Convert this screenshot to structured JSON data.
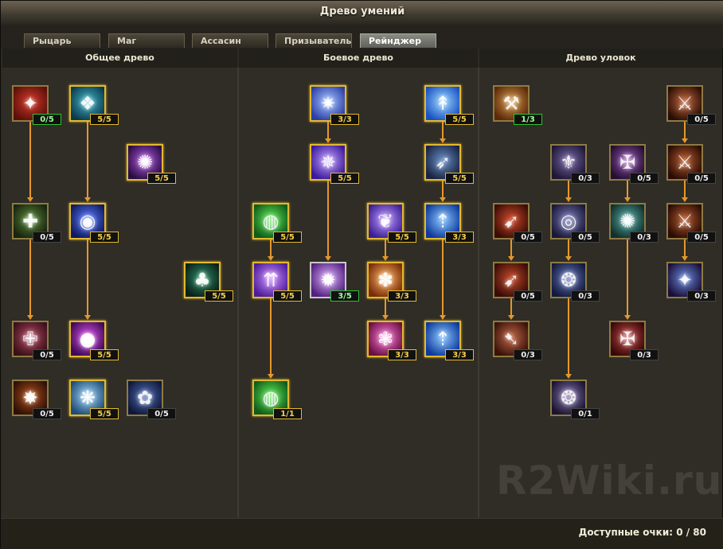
{
  "window": {
    "title": "Древо умений"
  },
  "tabs": [
    {
      "label": "Рыцарь",
      "active": false
    },
    {
      "label": "Маг",
      "active": false
    },
    {
      "label": "Ассасин",
      "active": false
    },
    {
      "label": "Призыватель",
      "active": false
    },
    {
      "label": "Рейнджер",
      "active": true
    }
  ],
  "columns": [
    {
      "title": "Общее древо"
    },
    {
      "title": "Боевое древо"
    },
    {
      "title": "Древо уловок"
    }
  ],
  "skills": [
    {
      "level": "0/5",
      "colors": [
        "#d33b2a",
        "#5e0f0a"
      ],
      "style": "green",
      "icon": "demon-figure-icon"
    },
    {
      "level": "5/5",
      "colors": [
        "#3fb7c8",
        "#0c3a4d"
      ],
      "style": "gold",
      "icon": "spirit-figure-icon"
    },
    {
      "level": "5/5",
      "colors": [
        "#b25ae0",
        "#2a0d44"
      ],
      "style": "gold",
      "icon": "arcane-figure-icon"
    },
    {
      "level": "0/5",
      "colors": [
        "#5c8a3b",
        "#18240e"
      ],
      "style": "plain",
      "icon": "holy-cross-icon"
    },
    {
      "level": "5/5",
      "colors": [
        "#5a7dff",
        "#101a62"
      ],
      "style": "gold",
      "icon": "bubble-orb-icon"
    },
    {
      "level": "5/5",
      "colors": [
        "#2a8f6a",
        "#0d2018"
      ],
      "style": "gold",
      "icon": "witch-figure-icon"
    },
    {
      "level": "0/5",
      "colors": [
        "#b24a63",
        "#3b1018"
      ],
      "style": "plain",
      "icon": "red-cross-icon"
    },
    {
      "level": "5/5",
      "colors": [
        "#e054f0",
        "#3d0a55"
      ],
      "style": "gold",
      "icon": "violet-orb-icon"
    },
    {
      "level": "0/5",
      "colors": [
        "#b0501c",
        "#2e1006"
      ],
      "style": "plain",
      "icon": "flame-rune-icon"
    },
    {
      "level": "5/5",
      "colors": [
        "#9fd6f5",
        "#1f4d7a"
      ],
      "style": "gold",
      "icon": "frost-tree-icon"
    },
    {
      "level": "0/5",
      "colors": [
        "#4e6db4",
        "#10183a"
      ],
      "style": "plain",
      "icon": "blue-tree-icon"
    },
    {
      "level": "3/3",
      "colors": [
        "#a8c8ff",
        "#2c3fa8"
      ],
      "style": "gold",
      "icon": "light-burst-icon"
    },
    {
      "level": "5/5",
      "colors": [
        "#9cd8ff",
        "#1a52c4"
      ],
      "style": "gold",
      "icon": "light-rays-icon"
    },
    {
      "level": "5/5",
      "colors": [
        "#c6a2ff",
        "#3a1a9a"
      ],
      "style": "gold",
      "icon": "holy-figure-icon"
    },
    {
      "level": "5/5",
      "colors": [
        "#6a8fc8",
        "#1a2440"
      ],
      "style": "gold",
      "icon": "eagle-icon"
    },
    {
      "level": "5/5",
      "colors": [
        "#62ec5a",
        "#0f5c18"
      ],
      "style": "gold",
      "icon": "green-orb-icon"
    },
    {
      "level": "5/5",
      "colors": [
        "#c39bff",
        "#3a2096"
      ],
      "style": "gold",
      "icon": "white-tree-icon"
    },
    {
      "level": "3/3",
      "colors": [
        "#8cc8ff",
        "#0d3a9c"
      ],
      "style": "gold",
      "icon": "arrow-up-icon"
    },
    {
      "level": "5/5",
      "colors": [
        "#d090ff",
        "#4d1d9a"
      ],
      "style": "gold",
      "icon": "light-pillar-icon"
    },
    {
      "level": "3/5",
      "colors": [
        "#e0b2ff",
        "#52207e"
      ],
      "style": "maxg",
      "icon": "purple-burst-icon"
    },
    {
      "level": "3/3",
      "colors": [
        "#ffb867",
        "#7a2d08"
      ],
      "style": "gold",
      "icon": "fire-tree-icon"
    },
    {
      "level": "3/3",
      "colors": [
        "#ff7ad8",
        "#6a1044"
      ],
      "style": "gold",
      "icon": "pink-tree-icon"
    },
    {
      "level": "3/3",
      "colors": [
        "#8cc8ff",
        "#0d3a9c"
      ],
      "style": "gold",
      "icon": "arrow-up-icon"
    },
    {
      "level": "1/1",
      "colors": [
        "#62ec5a",
        "#0f5c18"
      ],
      "style": "gold",
      "icon": "green-orb-icon"
    },
    {
      "level": "1/3",
      "colors": [
        "#d79a4a",
        "#5c2a0a"
      ],
      "style": "green",
      "icon": "drill-icon"
    },
    {
      "level": "0/5",
      "colors": [
        "#c0633a",
        "#2a0e05"
      ],
      "style": "plain",
      "icon": "shadow-blade-icon"
    },
    {
      "level": "0/3",
      "colors": [
        "#7a6aa8",
        "#1e1735"
      ],
      "style": "plain",
      "icon": "purple-sigil-icon"
    },
    {
      "level": "0/5",
      "colors": [
        "#9a54b4",
        "#221032"
      ],
      "style": "plain",
      "icon": "violet-sigil-icon"
    },
    {
      "level": "0/5",
      "colors": [
        "#b4582a",
        "#2a0c05"
      ],
      "style": "plain",
      "icon": "shadow-blade-icon"
    },
    {
      "level": "0/5",
      "colors": [
        "#d24a2a",
        "#3a0c06"
      ],
      "style": "plain",
      "icon": "crimson-spear-icon"
    },
    {
      "level": "0/5",
      "colors": [
        "#7a7ab8",
        "#1a1838"
      ],
      "style": "plain",
      "icon": "portal-ring-icon"
    },
    {
      "level": "0/3",
      "colors": [
        "#5ab0a8",
        "#10302e"
      ],
      "style": "plain",
      "icon": "teal-vortex-icon"
    },
    {
      "level": "0/5",
      "colors": [
        "#b4582a",
        "#2a0c05"
      ],
      "style": "plain",
      "icon": "shadow-blade-icon"
    },
    {
      "level": "0/5",
      "colors": [
        "#c24a2a",
        "#3a0c06"
      ],
      "style": "plain",
      "icon": "crimson-spear-icon"
    },
    {
      "level": "0/3",
      "colors": [
        "#6a7ac0",
        "#121a3c"
      ],
      "style": "plain",
      "icon": "dark-tree-icon"
    },
    {
      "level": "0/3",
      "colors": [
        "#6a8ad8",
        "#1a0f3a"
      ],
      "style": "plain",
      "icon": "cosmic-orb-icon"
    },
    {
      "level": "0/3",
      "colors": [
        "#c2684a",
        "#3a1208"
      ],
      "style": "plain",
      "icon": "ember-spear-icon"
    },
    {
      "level": "0/3",
      "colors": [
        "#c24a4a",
        "#3a0808"
      ],
      "style": "plain",
      "icon": "red-sigil-icon"
    },
    {
      "level": "0/1",
      "colors": [
        "#8a7ab0",
        "#1a1430"
      ],
      "style": "plain",
      "icon": "violet-tree-icon"
    }
  ],
  "footer": {
    "points_label": "Доступные очки: 0 / 80"
  },
  "watermark": "R2Wiki.ru"
}
